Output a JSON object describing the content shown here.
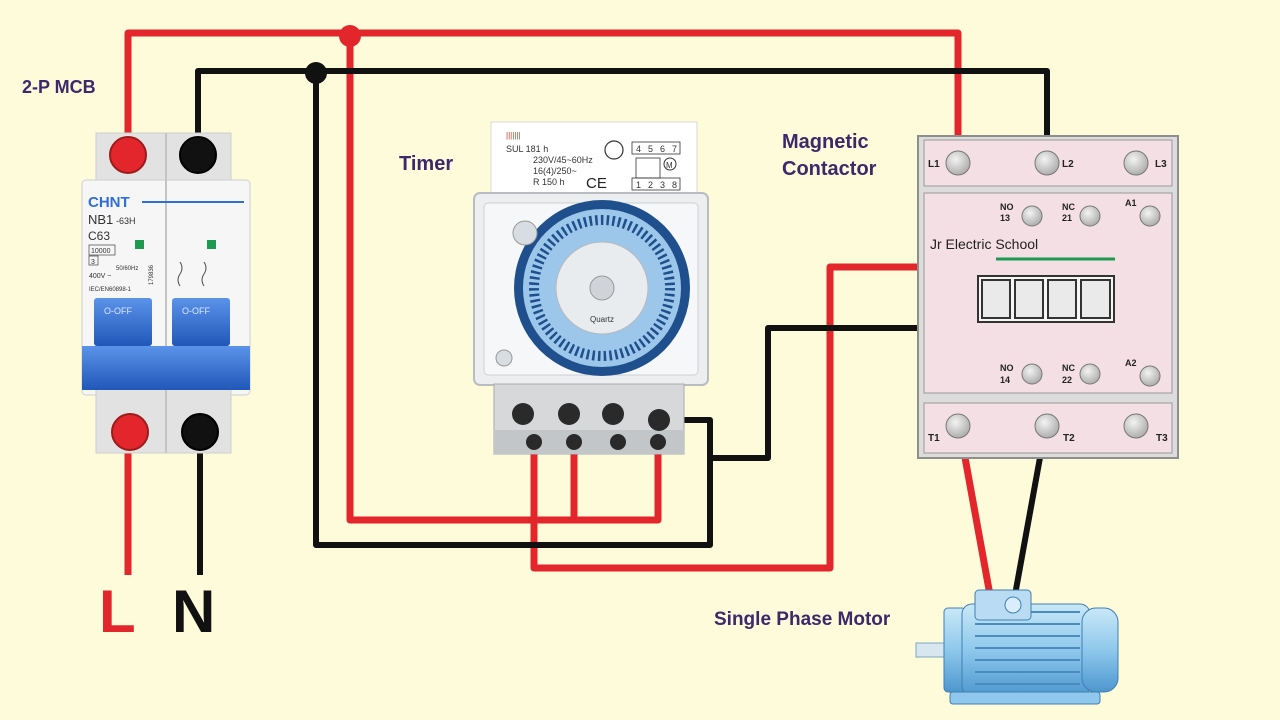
{
  "labels": {
    "mcb": "2-P MCB",
    "timer": "Timer",
    "contactor_line1": "Magnetic",
    "contactor_line2": "Contactor",
    "motor": "Single Phase Motor",
    "live": "L",
    "neutral": "N"
  },
  "mcb": {
    "brand": "CHNT",
    "model": "NB1",
    "model_suffix": "-63H",
    "rating": "C63",
    "breaking": "10000",
    "class": "3",
    "freq": "50/60Hz",
    "voltage": "400V ~",
    "standard": "IEC/EN60898-1",
    "serial": "179836",
    "switch_left": "O-OFF",
    "switch_right": "O-OFF"
  },
  "timer": {
    "model": "SUL 181 h",
    "line1": "230V/45~60Hz",
    "line2": "16(4)/250~",
    "line3": "R 150 h",
    "ce": "CE",
    "top_terms": [
      "4",
      "5",
      "6",
      "7"
    ],
    "bottom_terms": [
      "1",
      "2",
      "3",
      "8"
    ],
    "dial_label": "Quartz",
    "motor_symbol": "M"
  },
  "contactor": {
    "top_terms": [
      "L1",
      "L2",
      "L3"
    ],
    "aux_top": [
      {
        "label": "NO",
        "num": "13"
      },
      {
        "label": "NC",
        "num": "21"
      }
    ],
    "coil_top": "A1",
    "aux_bottom": [
      {
        "label": "NO",
        "num": "14"
      },
      {
        "label": "NC",
        "num": "22"
      }
    ],
    "coil_bottom": "A2",
    "bottom_terms": [
      "T1",
      "T2",
      "T3"
    ],
    "brand_text": "Jr Electric School"
  },
  "colors": {
    "live": "#e3262b",
    "neutral": "#111111",
    "background": "#fdfbd9",
    "label": "#3b2a6b",
    "contactor_body": "#f3dfe4",
    "mcb_blue": "#2f6fd6"
  }
}
